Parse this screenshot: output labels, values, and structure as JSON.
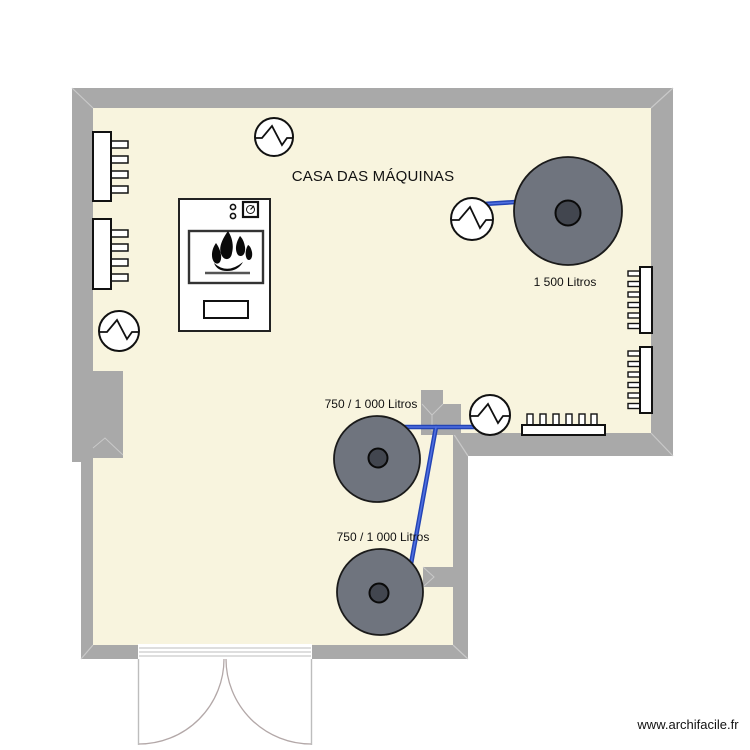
{
  "app": {
    "watermark": "www.archifacile.fr"
  },
  "room": {
    "label": "CASA DAS MÁQUINAS"
  },
  "tanks": [
    {
      "label": "1 500 Litros"
    },
    {
      "label": "750 / 1 000 Litros"
    },
    {
      "label": "750 / 1 000 Litros"
    }
  ],
  "equipment": {
    "pump_count": 4,
    "radiator_count": 5,
    "boiler": "boiler-with-flame",
    "door": "double-entry-door"
  },
  "colors": {
    "page_background": "#ffffff",
    "floor": "#f8f4de",
    "wall": "#a9a9a9",
    "wall_miter": "#c9c9c9",
    "outline": "#1a1a1a",
    "tank_body": "#6f747e",
    "tank_hub": "#42464f",
    "pipe_dark": "#2344b5",
    "pipe_light": "#4f6fe0",
    "door_arc": "#b3a8a8",
    "symbol_fill": "#ffffff"
  }
}
